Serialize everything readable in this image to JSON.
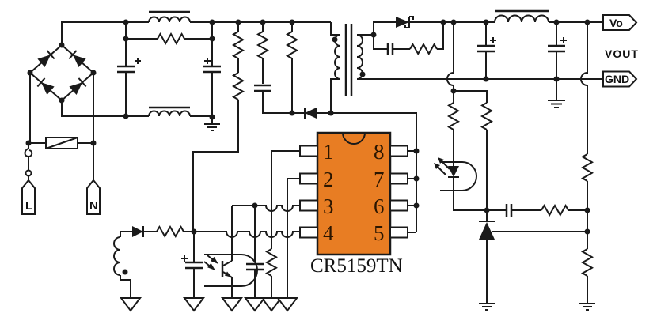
{
  "figure": {
    "ic": {
      "part_number": "CR5159TN",
      "body_color": "#E87D23",
      "pins_left": [
        "1",
        "2",
        "3",
        "4"
      ],
      "pins_right": [
        "8",
        "7",
        "6",
        "5"
      ]
    },
    "terminals": {
      "line": "L",
      "neutral": "N",
      "output_tag": "Vo",
      "output_label": "VOUT",
      "ground_tag": "GND"
    }
  }
}
